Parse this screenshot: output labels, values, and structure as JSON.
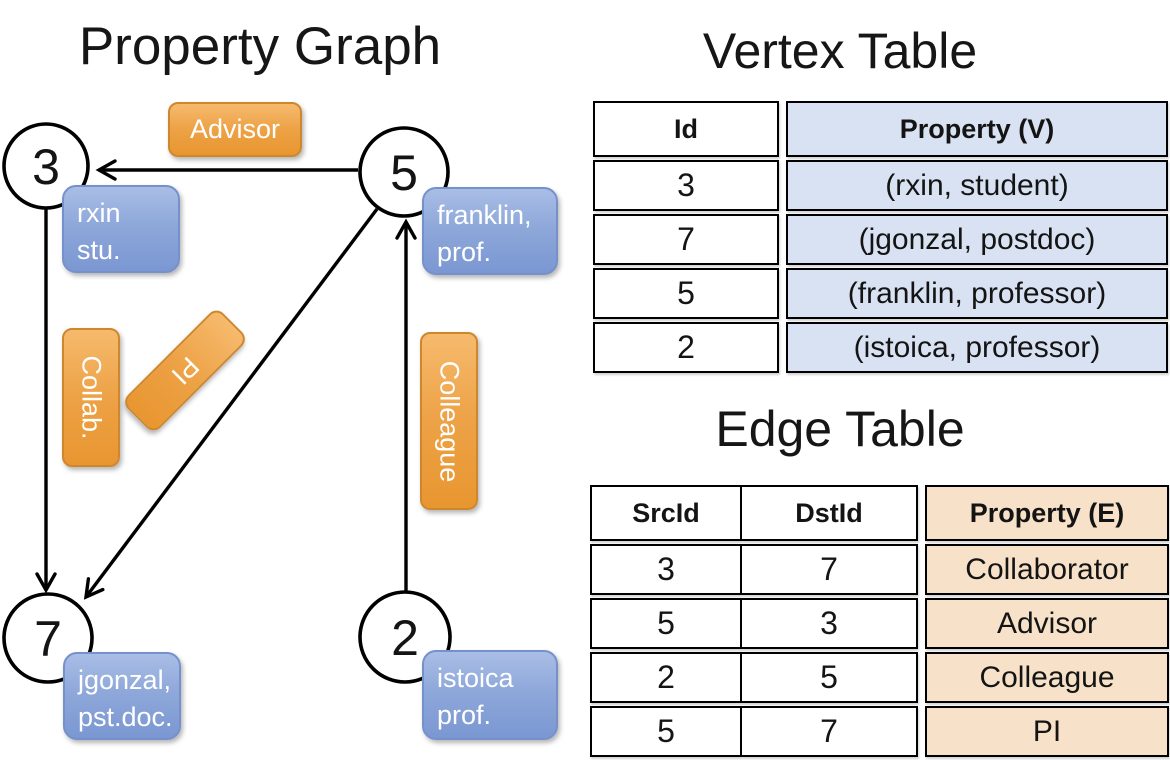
{
  "graph": {
    "title": "Property Graph",
    "vertices": [
      {
        "id": "3",
        "lines": [
          "rxin",
          "stu."
        ]
      },
      {
        "id": "5",
        "lines": [
          "franklin,",
          "prof."
        ]
      },
      {
        "id": "7",
        "lines": [
          "jgonzal,",
          "pst.doc."
        ]
      },
      {
        "id": "2",
        "lines": [
          "istoica",
          "prof."
        ]
      }
    ],
    "edge_labels": {
      "advisor": "Advisor",
      "collab": "Collab.",
      "pi": "PI",
      "colleague": "Colleague"
    }
  },
  "vertex_table": {
    "title": "Vertex Table",
    "columns": [
      "Id",
      "Property (V)"
    ],
    "rows": [
      [
        "3",
        "(rxin, student)"
      ],
      [
        "7",
        "(jgonzal, postdoc)"
      ],
      [
        "5",
        "(franklin, professor)"
      ],
      [
        "2",
        "(istoica, professor)"
      ]
    ]
  },
  "edge_table": {
    "title": "Edge Table",
    "columns": [
      "SrcId",
      "DstId",
      "Property (E)"
    ],
    "rows": [
      [
        "3",
        "7",
        "Collaborator"
      ],
      [
        "5",
        "3",
        "Advisor"
      ],
      [
        "2",
        "5",
        "Colleague"
      ],
      [
        "5",
        "7",
        "PI"
      ]
    ]
  },
  "colors": {
    "edge_label_orange": "#eda246",
    "edge_label_border": "#cf872e",
    "vertex_box_blue": "#8ea8da",
    "vertex_box_border": "#7590cb",
    "vertex_table_fill": "#d9e2f2",
    "edge_table_fill": "#f7e2c9",
    "line_black": "#000000"
  }
}
